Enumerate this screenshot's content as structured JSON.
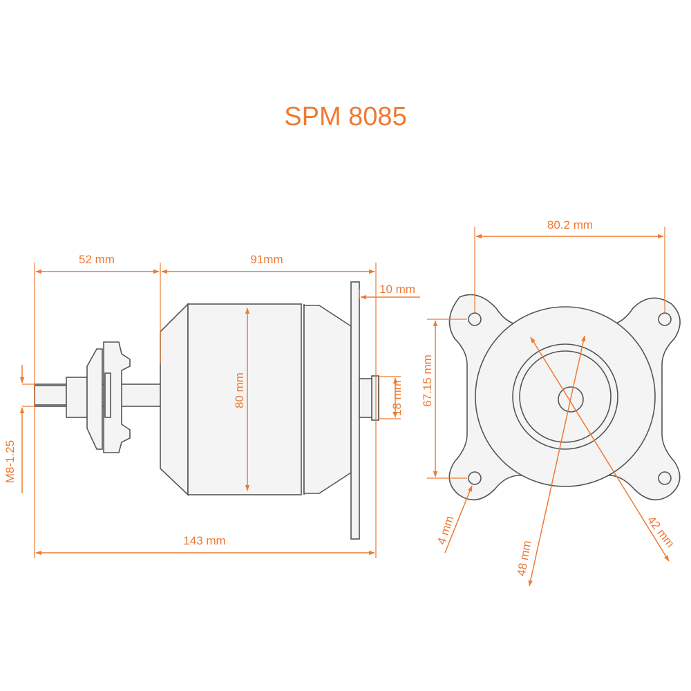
{
  "title": "SPM 8085",
  "colors": {
    "accent": "#ee7a33",
    "outline": "#555555",
    "fill": "#f4f4f4"
  },
  "dimensions": {
    "shaft_length": "52 mm",
    "body_length": "91mm",
    "mount_thickness": "10 mm",
    "diameter": "80 mm",
    "rear_shaft": "18 mm",
    "thread": "M8-1.25",
    "overall_length": "143 mm",
    "mount_width": "80.2 mm",
    "mount_height": "67.15 mm",
    "hole": "4 mm",
    "bolt_circle_outer": "48 mm",
    "bolt_circle_inner": "42 mm"
  }
}
